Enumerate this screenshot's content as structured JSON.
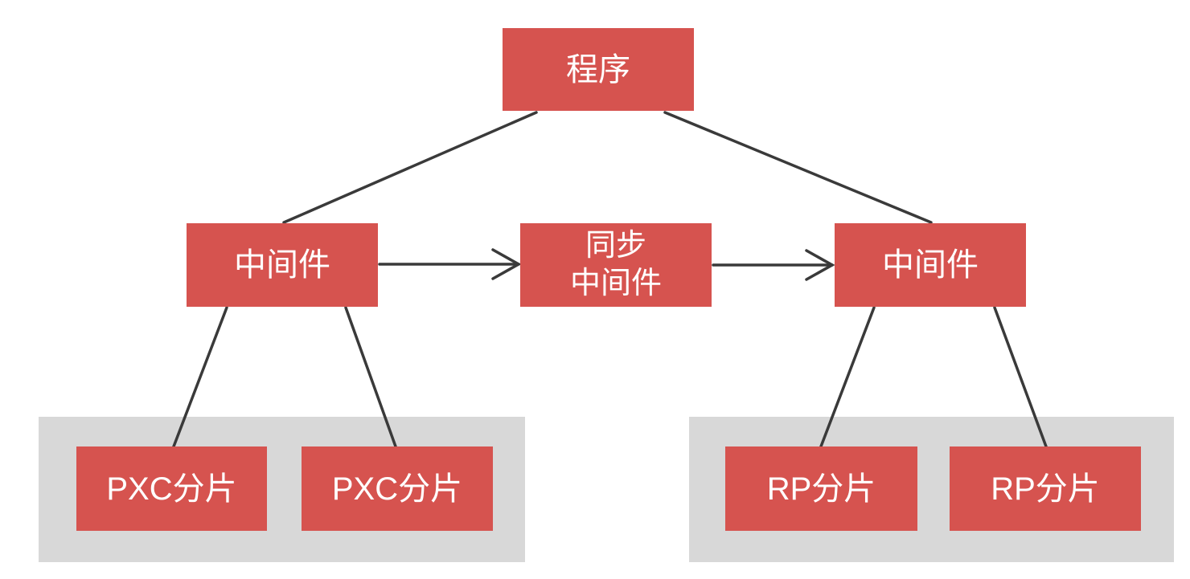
{
  "diagram": {
    "colors": {
      "node_fill": "#d6534f",
      "node_text": "#ffffff",
      "panel_fill": "#d8d8d8",
      "connector": "#3a3a3a",
      "background": "#ffffff"
    },
    "nodes": {
      "program": {
        "label": "程序"
      },
      "middleware_left": {
        "label": "中间件"
      },
      "sync_middleware": {
        "label": "同步\n中间件"
      },
      "middleware_right": {
        "label": "中间件"
      },
      "pxc_shard_1": {
        "label": "PXC分片"
      },
      "pxc_shard_2": {
        "label": "PXC分片"
      },
      "rp_shard_1": {
        "label": "RP分片"
      },
      "rp_shard_2": {
        "label": "RP分片"
      }
    },
    "edges": [
      {
        "from": "程序",
        "to": "中间件 (left)",
        "style": "line"
      },
      {
        "from": "程序",
        "to": "中间件 (right)",
        "style": "line"
      },
      {
        "from": "中间件 (left)",
        "to": "同步中间件",
        "style": "arrow-right"
      },
      {
        "from": "同步中间件",
        "to": "中间件 (right)",
        "style": "arrow-right"
      },
      {
        "from": "中间件 (left)",
        "to": "PXC分片 1",
        "style": "line"
      },
      {
        "from": "中间件 (left)",
        "to": "PXC分片 2",
        "style": "line"
      },
      {
        "from": "中间件 (right)",
        "to": "RP分片 1",
        "style": "line"
      },
      {
        "from": "中间件 (right)",
        "to": "RP分片 2",
        "style": "line"
      }
    ]
  }
}
